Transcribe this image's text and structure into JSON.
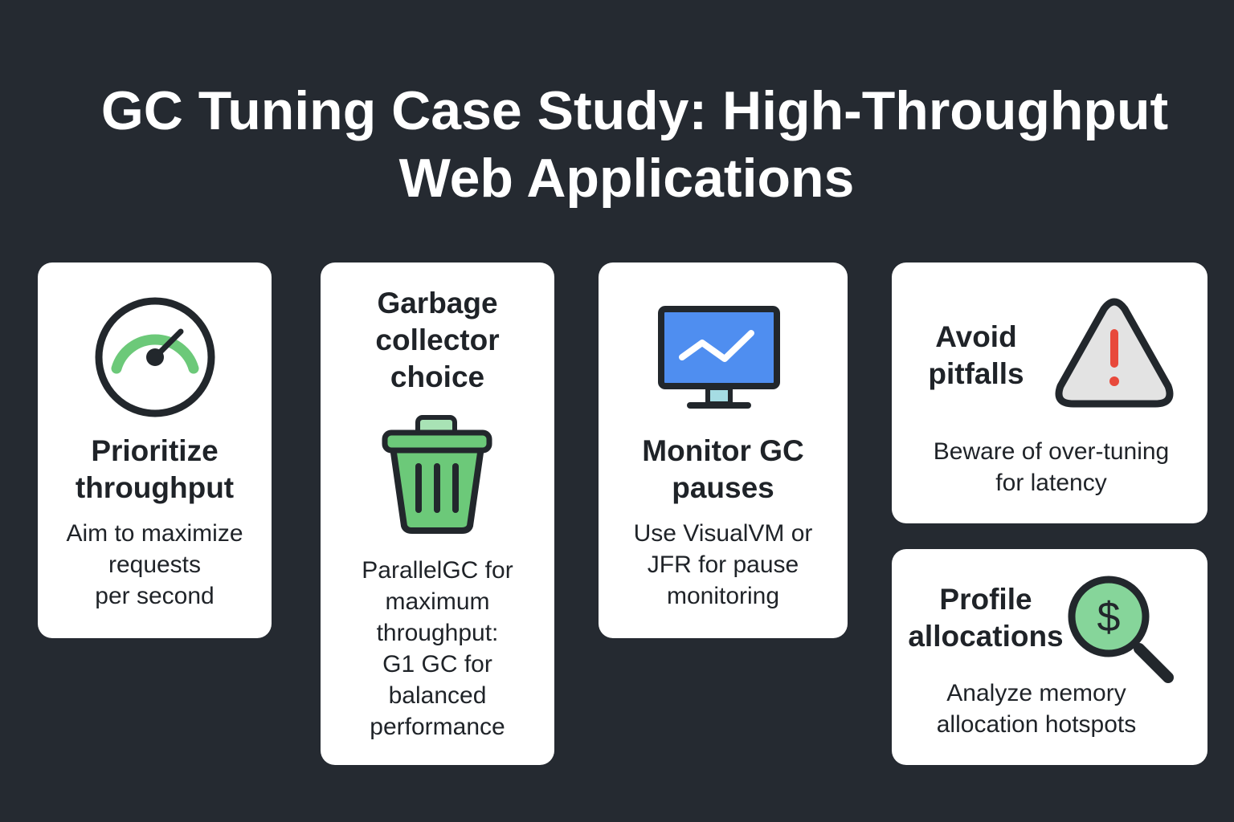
{
  "header": {
    "title_line1": "GC Tuning Case Study: High-Throughput",
    "title_line2": "Web Applications"
  },
  "cards": [
    {
      "id": "prioritize",
      "icon": "speedometer-icon",
      "title": "Prioritize throughput",
      "title_lines": [
        "Prioritize",
        "throughput"
      ],
      "desc_lines": [
        "Aim to maximize",
        "requests",
        "per second"
      ]
    },
    {
      "id": "gc-choice",
      "icon": "trash-can-icon",
      "title_lines": [
        "Garbage",
        "collector",
        "choice"
      ],
      "desc_lines": [
        "ParallelGC for",
        "maximum",
        "throughput:",
        "G1 GC for",
        "balanced",
        "performance"
      ]
    },
    {
      "id": "monitor",
      "icon": "monitor-chart-icon",
      "title_lines": [
        "Monitor GC",
        "pauses"
      ],
      "desc_lines": [
        "Use VisualVM or",
        "JFR for pause",
        "monitoring"
      ]
    },
    {
      "id": "pitfalls",
      "icon": "warning-triangle-icon",
      "title_lines": [
        "Avoid",
        "pitfalls"
      ],
      "desc_lines": [
        "Beware of over-tuning",
        "for latency"
      ]
    },
    {
      "id": "profile",
      "icon": "magnifier-dollar-icon",
      "title_lines": [
        "Profile",
        "allocations"
      ],
      "desc_lines": [
        "Analyze memory",
        "allocation hotspots"
      ]
    }
  ],
  "colors": {
    "background": "#252a31",
    "card": "#ffffff",
    "green": "#6cc979",
    "blue": "#4f8ef0",
    "red": "#e8493b",
    "dark": "#22272c"
  }
}
